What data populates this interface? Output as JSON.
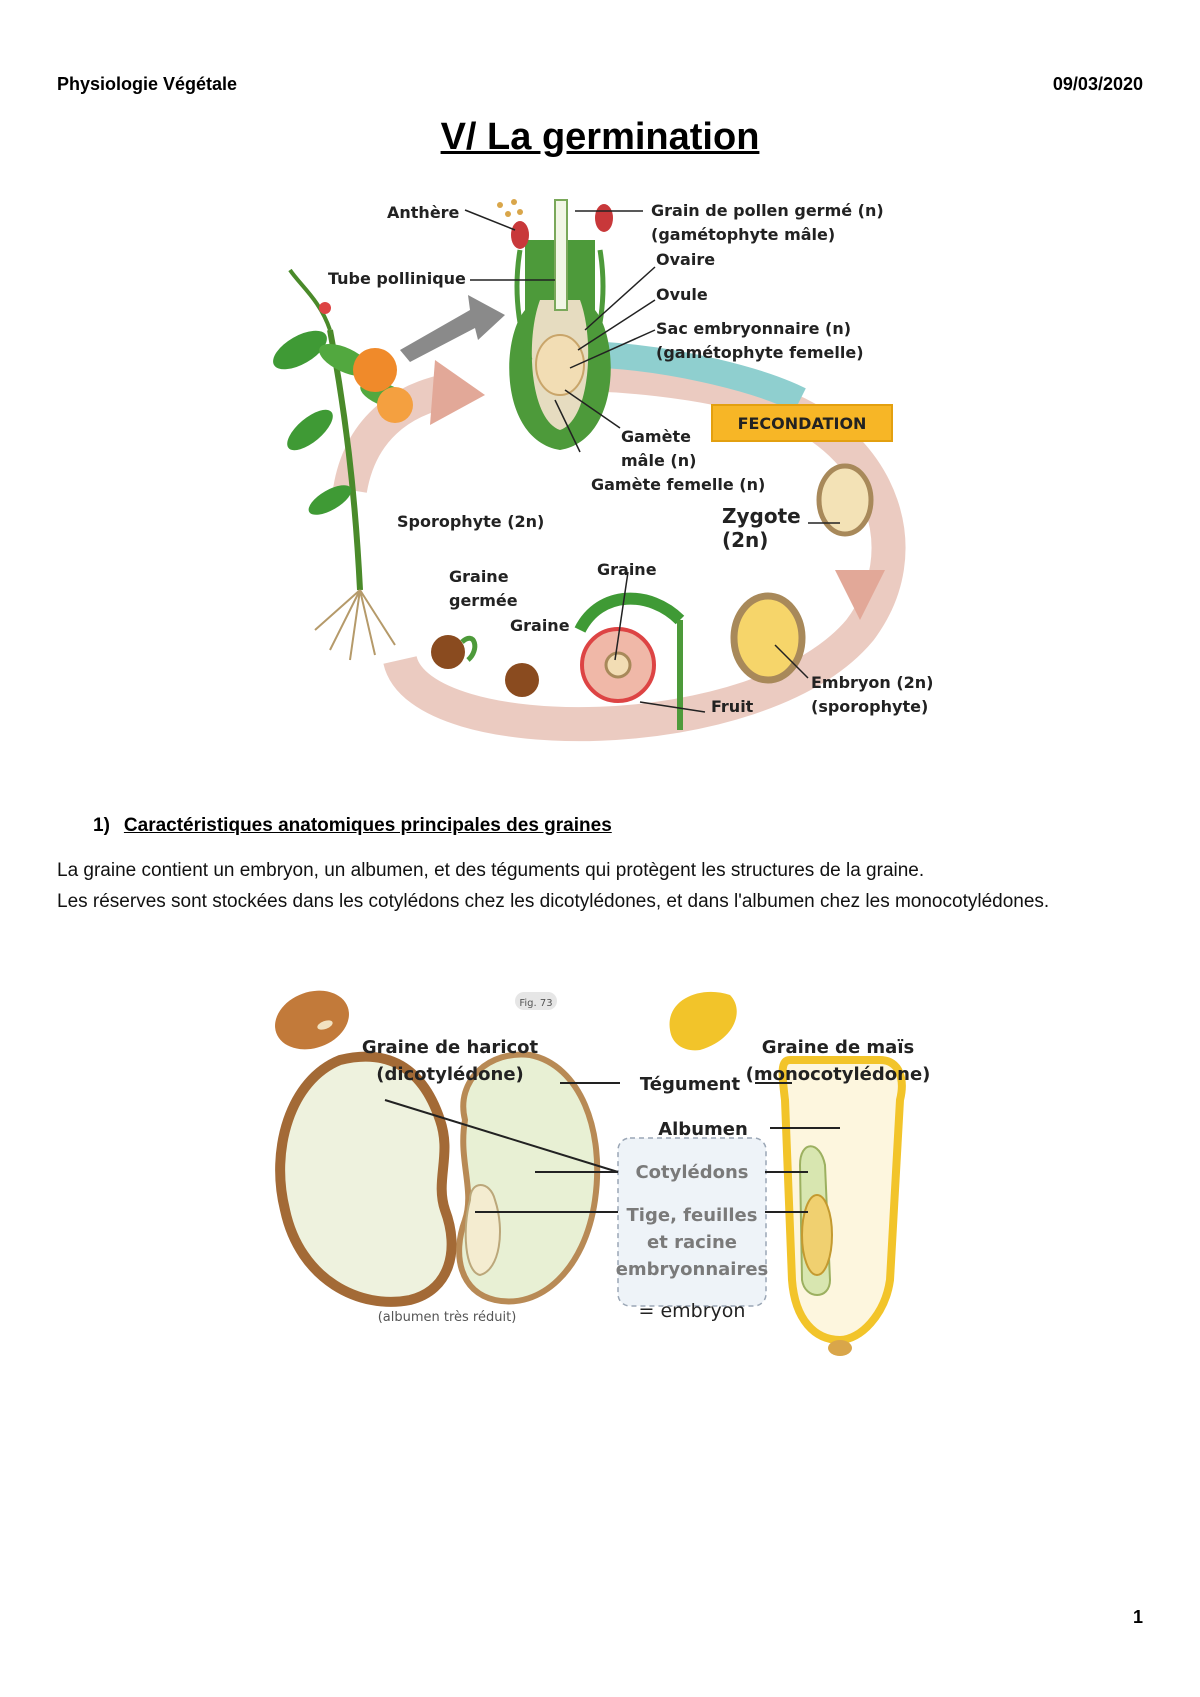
{
  "header": {
    "left": "Physiologie Végétale",
    "right": "09/03/2020"
  },
  "title": "V/ La germination",
  "diagram1": {
    "anthere": "Anthère",
    "tube_pollinique": "Tube pollinique",
    "grain_pollen_1": "Grain de pollen germé (n)",
    "grain_pollen_2": "(gamétophyte mâle)",
    "ovaire": "Ovaire",
    "ovule": "Ovule",
    "sac_1": "Sac embryonnaire (n)",
    "sac_2": "(gamétophyte femelle)",
    "fecondation": "FECONDATION",
    "gamete_male_1": "Gamète",
    "gamete_male_2": "mâle (n)",
    "gamete_femelle": "Gamète femelle (n)",
    "sporophyte": "Sporophyte (2n)",
    "zygote_1": "Zygote",
    "zygote_2": "(2n)",
    "graine_germee_1": "Graine",
    "graine_germee_2": "germée",
    "graine_a": "Graine",
    "graine_b": "Graine",
    "embryon_1": "Embryon (2n)",
    "embryon_2": "(sporophyte)",
    "fruit": "Fruit"
  },
  "section1": {
    "number": "1)",
    "title": "Caractéristiques anatomiques principales des graines",
    "p1": "La graine contient un embryon, un albumen, et des téguments qui protègent les structures de la graine.",
    "p2": "Les réserves sont stockées dans les cotylédons chez les dicotylédones, et dans l'albumen chez les monocotylédones."
  },
  "diagram2": {
    "fig": "Fig. 73",
    "haricot_1": "Graine de haricot",
    "haricot_2": "(dicotylédone)",
    "mais_1": "Graine de maïs",
    "mais_2": "(monocotylédone)",
    "tegument": "Tégument",
    "albumen": "Albumen",
    "cotyledons": "Cotylédons",
    "tige_1": "Tige, feuilles",
    "tige_2": "et racine",
    "tige_3": "embryonnaires",
    "embryon": "= embryon",
    "albumen_reduit": "(albumen très réduit)"
  },
  "page_number": "1"
}
